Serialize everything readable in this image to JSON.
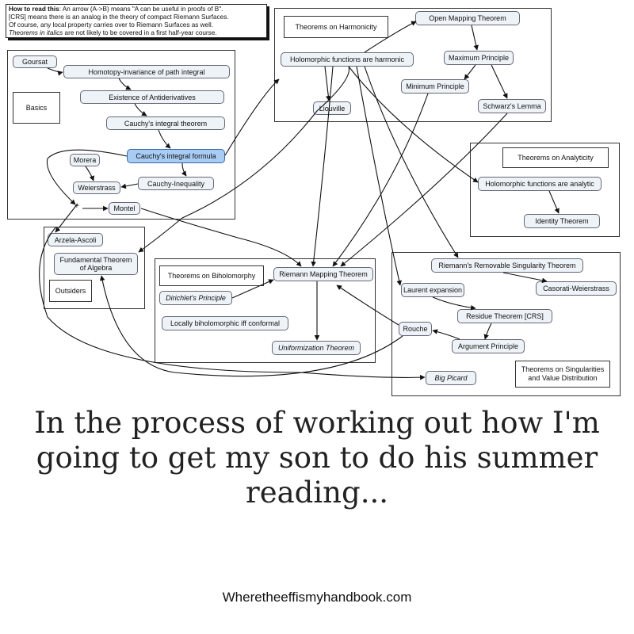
{
  "legend": {
    "line1_bold": "How to read this",
    "line1_rest": ": An arrow (A->B) means \"A can be useful in proofs of B\".",
    "line2": "[CRS] means there is an analog in the theory of compact Riemann Surfaces.",
    "line3": "Of course, any local property carries over to Riemann Surfaces as well.",
    "line4_italic": "Theorems in italics",
    "line4_rest": " are not likely to be covered in a first half-year course."
  },
  "groups": {
    "basics": "Basics",
    "harmonicity": "Theorems on Harmonicity",
    "analyticity": "Theorems on Analyticity",
    "biholomorphy": "Theorems on Biholomorphy",
    "outsiders": "Outsiders",
    "singularities": "Theorems on Singularities and Value Distribution"
  },
  "nodes": {
    "goursat": "Goursat",
    "homotopy": "Homotopy-invariance of path integral",
    "antideriv": "Existence of Antiderivatives",
    "cauchy_thm": "Cauchy's integral theorem",
    "cauchy_formula": "Cauchy's integral formula",
    "morera": "Morera",
    "weierstrass": "Weierstrass",
    "cauchy_ineq": "Cauchy-Inequality",
    "plus": "+",
    "montel": "Montel",
    "arzela": "Arzela-Ascoli",
    "fta": "Fundamental Theorem of Algebra",
    "holo_harmonic": "Holomorphic functions are harmonic",
    "open_mapping": "Open Mapping Theorem",
    "max_principle": "Maximum Principle",
    "min_principle": "Minimum Principle",
    "liouville": "Liouville",
    "schwarz": "Schwarz's Lemma",
    "holo_analytic": "Holomorphic functions are analytic",
    "identity": "Identity Theorem",
    "riemann_mapping": "Riemann Mapping Theorem",
    "dirichlet": "Dirichlet's Principle",
    "local_biholo": "Locally biholomorphic iff conformal",
    "uniformization": "Uniformization Theorem",
    "removable": "Riemann's Removable Singularity Theorem",
    "casorati": "Casorati-Weierstrass",
    "laurent": "Laurent expansion",
    "residue": "Residue Theorem [CRS]",
    "rouche": "Rouche",
    "argument": "Argument Principle",
    "big_picard": "Big Picard"
  },
  "colors": {
    "node_fill": "#eef3f8",
    "highlight_fill": "#a9ccf5",
    "edge": "#111111"
  },
  "caption": "In the process of working out how I'm going to get my son to do his summer reading...",
  "website": "Wheretheeffismyhandbook.com"
}
